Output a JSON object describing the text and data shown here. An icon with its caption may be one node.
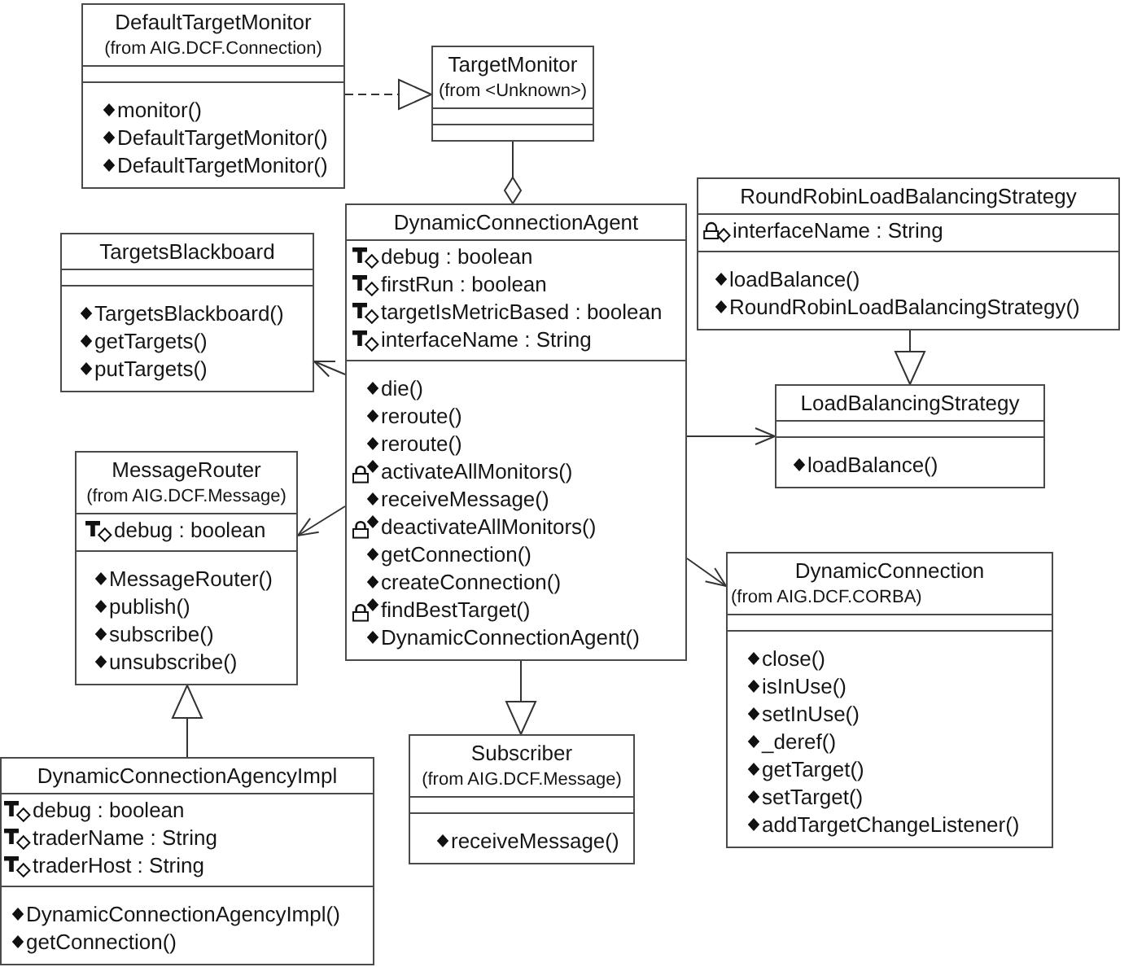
{
  "diagram": {
    "nodes": [
      {
        "text": [
          "DefaultTargetMonitor",
          "(from AIG.DCF.Connection)"
        ]
      },
      {
        "text": [],
        "shape": "box",
        "in": 0
      },
      {
        "text": [
          "monitor()",
          "DefaultTargetMonitor()",
          "DefaultTargetMonitor()"
        ],
        "in": 0
      },
      {
        "text": [
          "TargetMonitor",
          "(from <Unknown>)"
        ]
      },
      {
        "text": [],
        "shape": "box",
        "in": 3
      },
      {
        "text": [],
        "shape": "box",
        "in": 3
      },
      {
        "text": [
          "DynamicConnectionAgent"
        ]
      },
      {
        "text": [
          "debug : boolean",
          "firstRun : boolean",
          "targetIsMetricBased : boolean",
          "interfaceName : String"
        ],
        "in": 6
      },
      {
        "text": [
          "die()",
          "reroute()",
          "reroute()",
          "activateAllMonitors()",
          "receiveMessage()",
          "deactivateAllMonitors()",
          "getConnection()",
          "createConnection()",
          "findBestTarget()",
          "DynamicConnectionAgent()"
        ],
        "in": 6
      },
      {
        "text": [
          "RoundRobinLoadBalancingStrategy"
        ]
      },
      {
        "text": [
          "interfaceName : String"
        ],
        "in": 9
      },
      {
        "text": [
          "loadBalance()",
          "RoundRobinLoadBalancingStrategy()"
        ],
        "in": 9
      },
      {
        "text": [
          "TargetsBlackboard"
        ]
      },
      {
        "text": [],
        "shape": "box",
        "in": 12
      },
      {
        "text": [
          "TargetsBlackboard()",
          "getTargets()",
          "putTargets()"
        ],
        "in": 12
      },
      {
        "text": [
          "LoadBalancingStrategy"
        ]
      },
      {
        "text": [],
        "shape": "box",
        "in": 15
      },
      {
        "text": [
          "loadBalance()"
        ],
        "in": 15
      },
      {
        "text": [
          "MessageRouter",
          "(from AIG.DCF.Message)"
        ]
      },
      {
        "text": [
          "debug : boolean"
        ],
        "in": 18
      },
      {
        "text": [
          "MessageRouter()",
          "publish()",
          "subscribe()",
          "unsubscribe()"
        ],
        "in": 18
      },
      {
        "text": [
          "DynamicConnection",
          "(from AIG.DCF.CORBA)"
        ]
      },
      {
        "text": [],
        "shape": "box",
        "in": 21
      },
      {
        "text": [
          "close()",
          "isInUse()",
          "setInUse()",
          "_deref()",
          "getTarget()",
          "setTarget()",
          "addTargetChangeListener()"
        ],
        "in": 21
      },
      {
        "text": [
          "Subscriber",
          "(from AIG.DCF.Message)"
        ]
      },
      {
        "text": [],
        "shape": "box",
        "in": 24
      },
      {
        "text": [
          "receiveMessage()"
        ],
        "in": 24
      },
      {
        "text": [
          "DynamicConnectionAgencyImpl"
        ]
      },
      {
        "text": [
          "debug : boolean",
          "traderName : String",
          "traderHost : String"
        ],
        "in": 27
      },
      {
        "text": [
          "DynamicConnectionAgencyImpl()",
          "getConnection()"
        ],
        "in": 27
      }
    ],
    "edges": [
      {
        "from": 0,
        "to": 3,
        "arrow": "to",
        "style": "dashed"
      },
      {
        "from": 6,
        "to": 3,
        "arrow": "other"
      },
      {
        "from": 6,
        "to": 12,
        "arrow": "to"
      },
      {
        "from": 9,
        "to": 15,
        "arrow": "to"
      },
      {
        "from": 6,
        "to": 15,
        "arrow": "to"
      },
      {
        "from": 6,
        "to": 18,
        "arrow": "to"
      },
      {
        "from": 6,
        "to": 21,
        "arrow": "to"
      },
      {
        "from": 6,
        "to": 24,
        "arrow": "to"
      },
      {
        "from": 27,
        "to": 18,
        "arrow": "to"
      }
    ]
  }
}
